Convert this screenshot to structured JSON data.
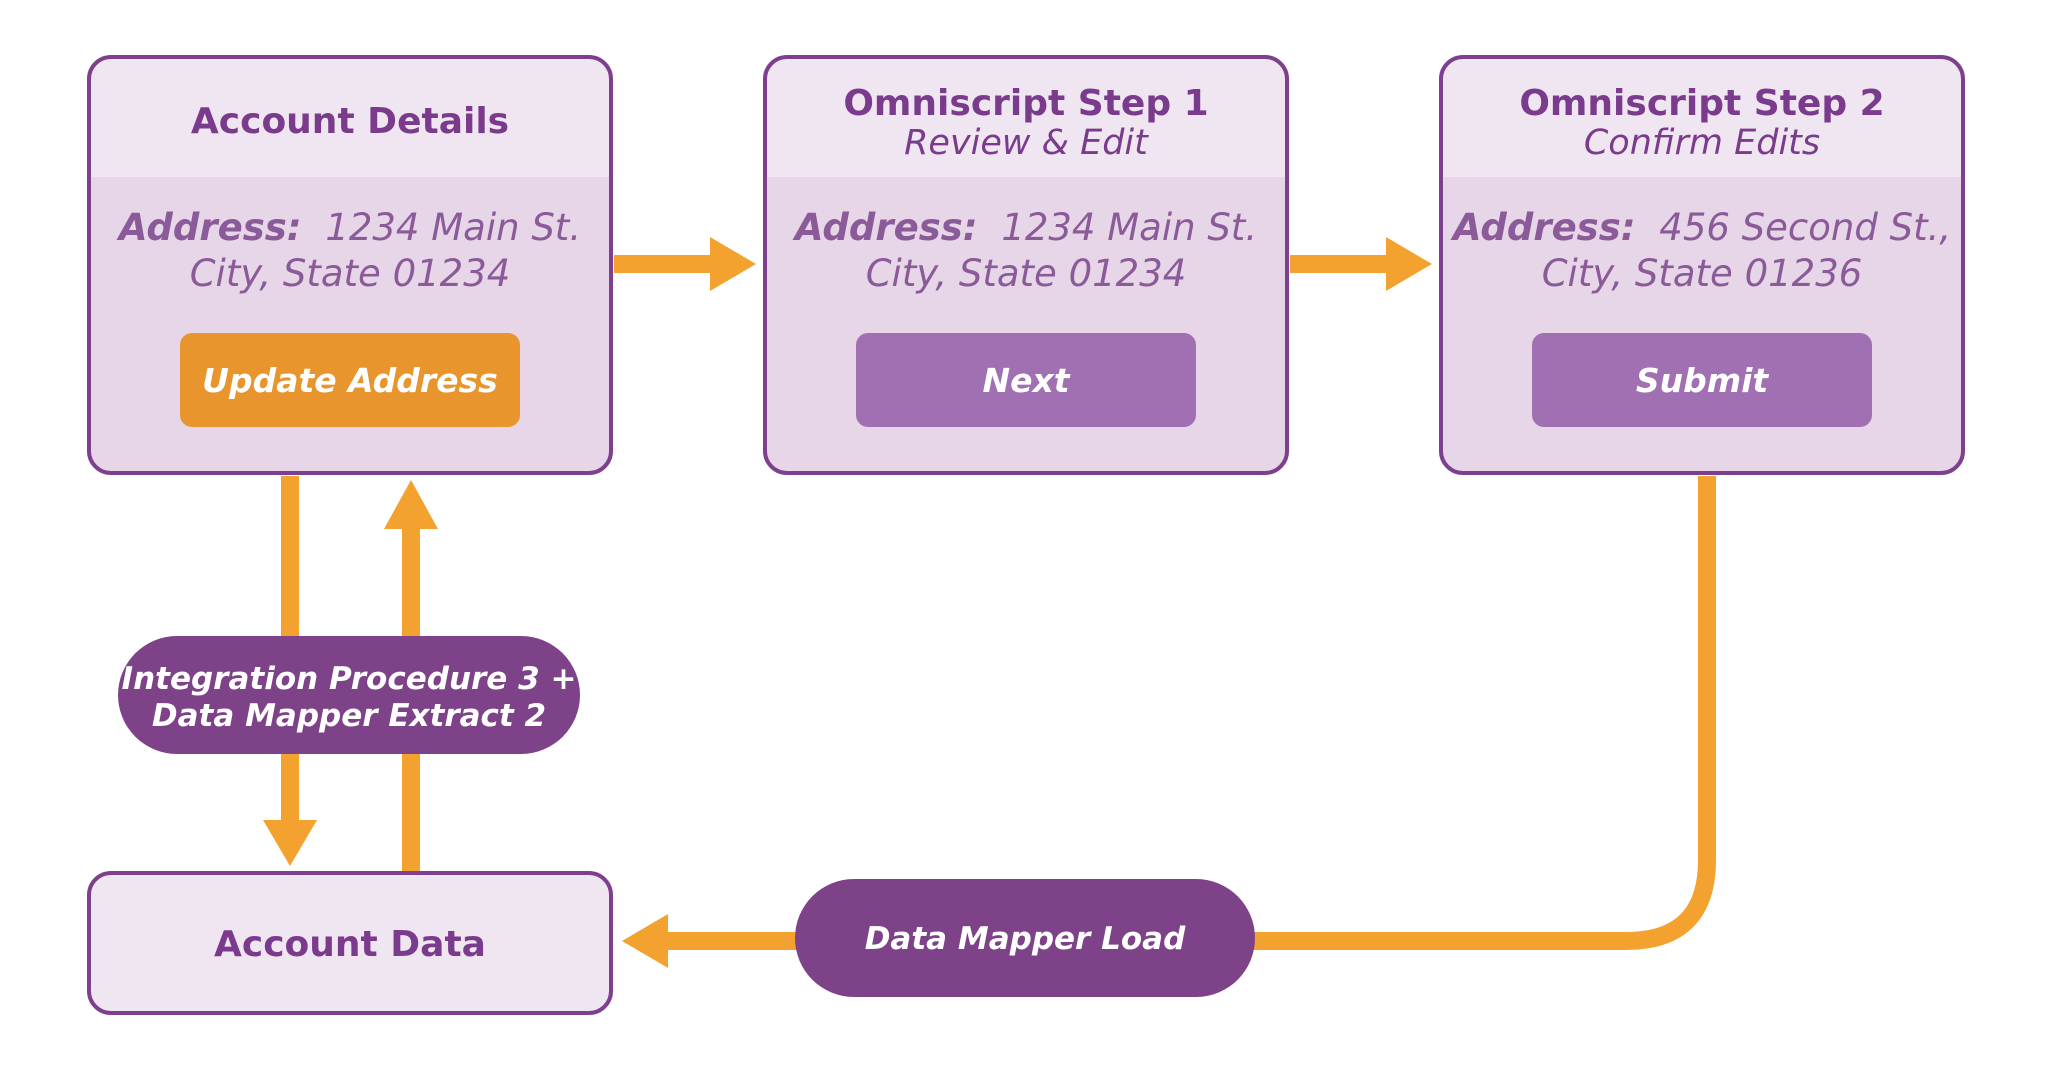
{
  "colors": {
    "card_border": "#7e3f8f",
    "card_header_bg": "#f0e6f1",
    "card_body_bg": "#e6d6e8",
    "text_purple": "#7b3b8c",
    "button_orange": "#e8952d",
    "button_purple": "#a070b3",
    "pill_purple": "#7e4288",
    "arrow_orange": "#f3a22f"
  },
  "cards": {
    "account_details": {
      "title": "Account Details",
      "address_label": "Address:",
      "address_line1": "1234 Main St.",
      "address_line2": "City, State 01234",
      "button_label": "Update Address"
    },
    "step1": {
      "title": "Omniscript Step 1",
      "subtitle": "Review & Edit",
      "address_label": "Address:",
      "address_line1": "1234 Main St.",
      "address_line2": "City, State 01234",
      "button_label": "Next"
    },
    "step2": {
      "title": "Omniscript Step 2",
      "subtitle": "Confirm Edits",
      "address_label": "Address:",
      "address_line1": "456 Second St.,",
      "address_line2": "City, State 01236",
      "button_label": "Submit"
    }
  },
  "account_data": {
    "title": "Account Data"
  },
  "pills": {
    "integration": {
      "line1": "Integration Procedure 3 +",
      "line2": "Data Mapper Extract 2"
    },
    "load": {
      "label": "Data Mapper Load"
    }
  }
}
